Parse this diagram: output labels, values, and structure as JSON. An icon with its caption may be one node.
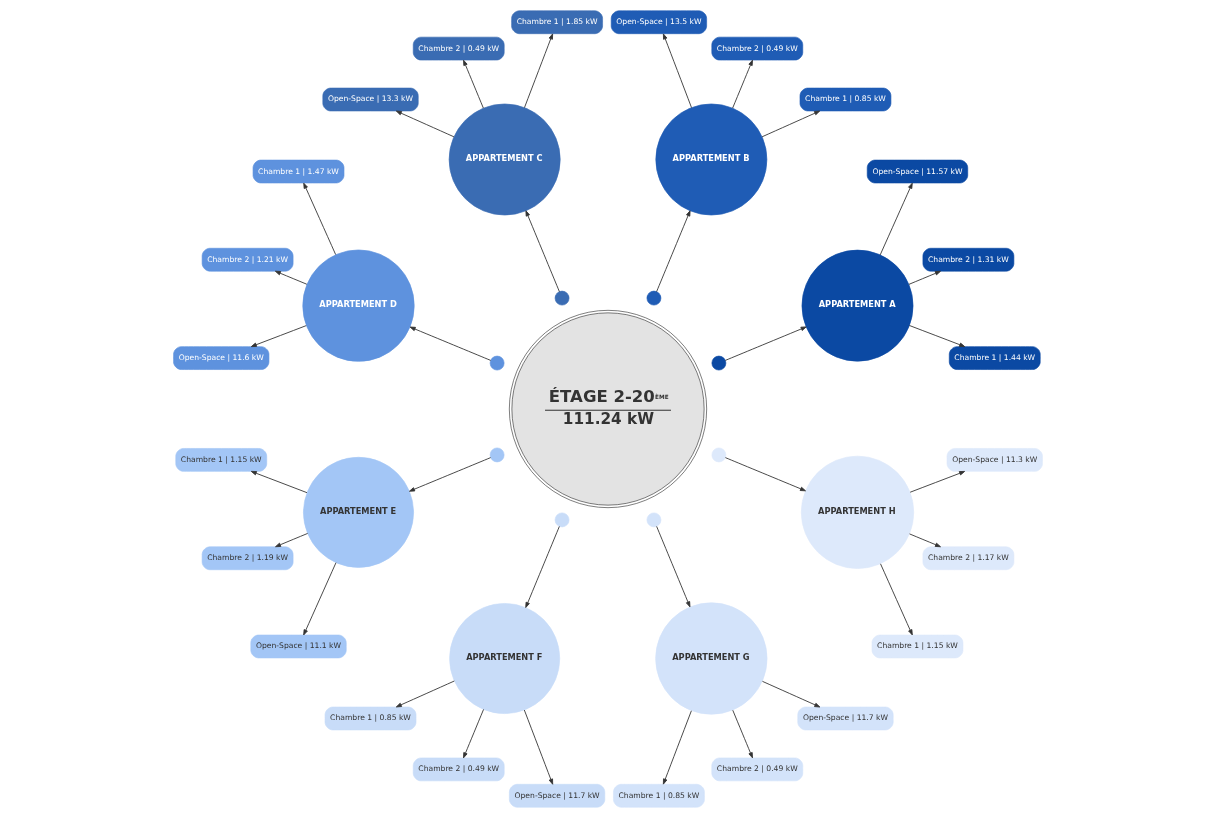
{
  "diagram": {
    "nodes": [
      {
        "text": [
          "ÉTAGE 2-20$^{ÈME}$",
          "111.24 kW"
        ]
      },
      {
        "text": [],
        "shape": "circle"
      },
      {
        "text": [],
        "shape": "circle"
      },
      {
        "text": [],
        "shape": "circle"
      },
      {
        "text": [],
        "shape": "circle"
      },
      {
        "text": [],
        "shape": "circle"
      },
      {
        "text": [],
        "shape": "circle"
      },
      {
        "text": [],
        "shape": "circle"
      },
      {
        "text": [],
        "shape": "circle"
      },
      {
        "text": [
          "APPARTEMENT A"
        ]
      },
      {
        "text": [
          "Chambre 1 | 1.44 kW"
        ]
      },
      {
        "text": [
          "Chambre 2 | 1.31 kW"
        ]
      },
      {
        "text": [
          "Open-Space | 11.57 kW"
        ]
      },
      {
        "text": [
          "APPARTEMENT B"
        ]
      },
      {
        "text": [
          "Chambre 1 | 0.85 kW"
        ]
      },
      {
        "text": [
          "Chambre 2 | 0.49 kW"
        ]
      },
      {
        "text": [
          "Open-Space | 13.5 kW"
        ]
      },
      {
        "text": [
          "APPARTEMENT C"
        ]
      },
      {
        "text": [
          "Chambre 1 | 1.85 kW"
        ]
      },
      {
        "text": [
          "Chambre 2 | 0.49 kW"
        ]
      },
      {
        "text": [
          "Open-Space | 13.3 kW"
        ]
      },
      {
        "text": [
          "APPARTEMENT D"
        ]
      },
      {
        "text": [
          "Chambre 1 | 1.47 kW"
        ]
      },
      {
        "text": [
          "Chambre 2 | 1.21 kW"
        ]
      },
      {
        "text": [
          "Open-Space | 11.6 kW"
        ]
      },
      {
        "text": [
          "APPARTEMENT E"
        ]
      },
      {
        "text": [
          "Chambre 1 | 1.15 kW"
        ]
      },
      {
        "text": [
          "Chambre 2 | 1.19 kW"
        ]
      },
      {
        "text": [
          "Open-Space | 11.1 kW"
        ]
      },
      {
        "text": [
          "APPARTEMENT F"
        ]
      },
      {
        "text": [
          "Chambre 1 | 0.85 kW"
        ]
      },
      {
        "text": [
          "Chambre 2 | 0.49 kW"
        ]
      },
      {
        "text": [
          "Open-Space | 11.7 kW"
        ]
      },
      {
        "text": [
          "APPARTEMENT G"
        ]
      },
      {
        "text": [
          "Chambre 1 | 0.85 kW"
        ]
      },
      {
        "text": [
          "Chambre 2 | 0.49 kW"
        ]
      },
      {
        "text": [
          "Open-Space | 11.7 kW"
        ]
      },
      {
        "text": [
          "APPARTEMENT H"
        ]
      },
      {
        "text": [
          "Chambre 1 | 1.15 kW"
        ]
      },
      {
        "text": [
          "Chambre 2 | 1.17 kW"
        ]
      },
      {
        "text": [
          "Open-Space | 11.3 kW"
        ]
      }
    ],
    "edges": [
      {
        "from": 1,
        "to": 9,
        "arrow": "to"
      },
      {
        "from": 9,
        "to": 10,
        "arrow": "to"
      },
      {
        "from": 9,
        "to": 11,
        "arrow": "to"
      },
      {
        "from": 9,
        "to": 12,
        "arrow": "to"
      },
      {
        "from": 2,
        "to": 13,
        "arrow": "to"
      },
      {
        "from": 13,
        "to": 14,
        "arrow": "to"
      },
      {
        "from": 13,
        "to": 15,
        "arrow": "to"
      },
      {
        "from": 13,
        "to": 16,
        "arrow": "to"
      },
      {
        "from": 3,
        "to": 17,
        "arrow": "to"
      },
      {
        "from": 17,
        "to": 18,
        "arrow": "to"
      },
      {
        "from": 17,
        "to": 19,
        "arrow": "to"
      },
      {
        "from": 17,
        "to": 20,
        "arrow": "to"
      },
      {
        "from": 4,
        "to": 21,
        "arrow": "to"
      },
      {
        "from": 21,
        "to": 22,
        "arrow": "to"
      },
      {
        "from": 21,
        "to": 23,
        "arrow": "to"
      },
      {
        "from": 21,
        "to": 24,
        "arrow": "to"
      },
      {
        "from": 5,
        "to": 25,
        "arrow": "to"
      },
      {
        "from": 25,
        "to": 26,
        "arrow": "to"
      },
      {
        "from": 25,
        "to": 27,
        "arrow": "to"
      },
      {
        "from": 25,
        "to": 28,
        "arrow": "to"
      },
      {
        "from": 6,
        "to": 29,
        "arrow": "to"
      },
      {
        "from": 29,
        "to": 30,
        "arrow": "to"
      },
      {
        "from": 29,
        "to": 31,
        "arrow": "to"
      },
      {
        "from": 29,
        "to": 32,
        "arrow": "to"
      },
      {
        "from": 7,
        "to": 33,
        "arrow": "to"
      },
      {
        "from": 33,
        "to": 34,
        "arrow": "to"
      },
      {
        "from": 33,
        "to": 35,
        "arrow": "to"
      },
      {
        "from": 33,
        "to": 36,
        "arrow": "to"
      },
      {
        "from": 8,
        "to": 37,
        "arrow": "to"
      },
      {
        "from": 37,
        "to": 38,
        "arrow": "to"
      },
      {
        "from": 37,
        "to": 39,
        "arrow": "to"
      },
      {
        "from": 37,
        "to": 40,
        "arrow": "to"
      }
    ]
  }
}
